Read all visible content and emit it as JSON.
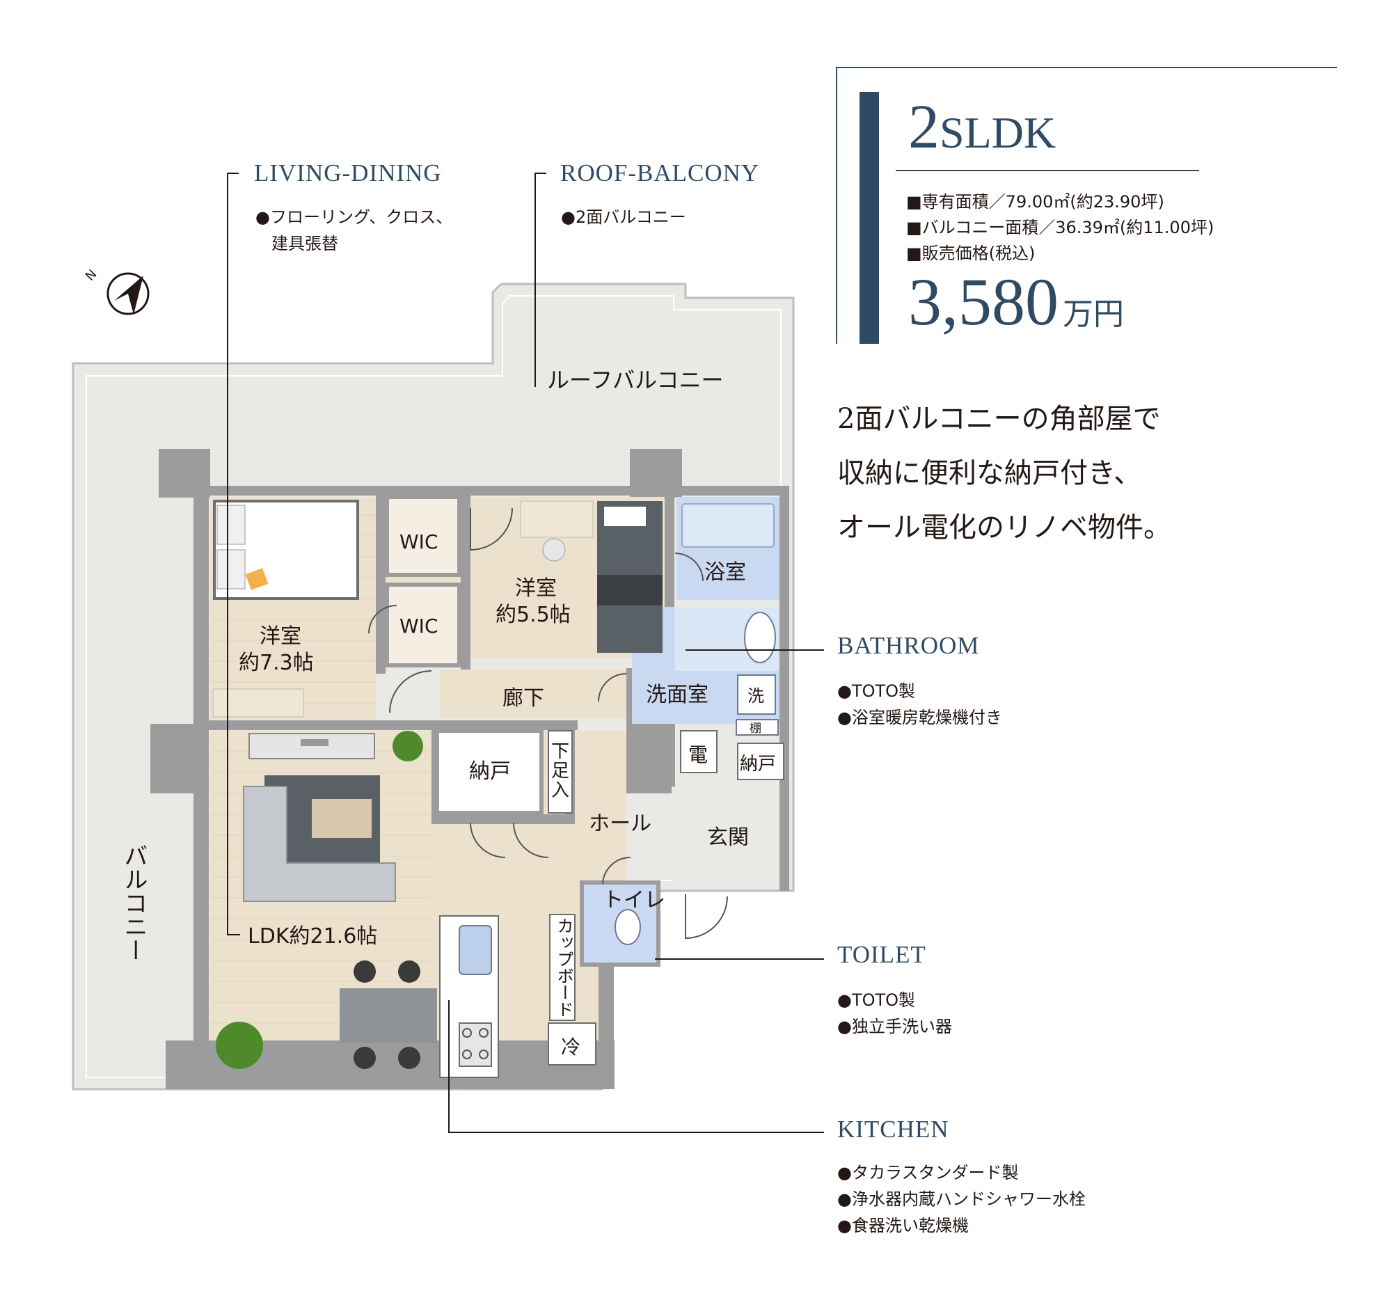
{
  "colors": {
    "navy": "#2f4b64",
    "floor": "#ece1cd",
    "wall": "#9c9c9c",
    "balcony": "#e9eae6",
    "water": "#c9d9f1"
  },
  "header": {
    "layout_num": "2",
    "layout_suffix": "SLDK",
    "spec_area": "■専有面積／79.00㎡(約23.90坪)",
    "spec_balcony": "■バルコニー面積／36.39㎡(約11.00坪)",
    "spec_price_label": "■販売価格(税込)",
    "price": "3,580",
    "price_unit": "万円"
  },
  "tagline": [
    "2面バルコニーの角部屋で",
    "収納に便利な納戸付き、",
    "オール電化のリノベ物件。"
  ],
  "sections": {
    "living": {
      "title": "LIVING-DINING",
      "notes": [
        "●フローリング、クロス、",
        "建具張替"
      ]
    },
    "roof": {
      "title": "ROOF-BALCONY",
      "notes": [
        "●2面バルコニー"
      ]
    },
    "bath": {
      "title": "BATHROOM",
      "notes": [
        "●TOTO製",
        "●浴室暖房乾燥機付き"
      ]
    },
    "toilet": {
      "title": "TOILET",
      "notes": [
        "●TOTO製",
        "●独立手洗い器"
      ]
    },
    "kitchen": {
      "title": "KITCHEN",
      "notes": [
        "●タカラスタンダード製",
        "●浄水器内蔵ハンドシャワー水栓",
        "●食器洗い乾燥機"
      ]
    }
  },
  "plan": {
    "compass": "N",
    "roof_balcony": "ルーフバルコニー",
    "balcony": "バルコニー",
    "bed1_a": "洋室",
    "bed1_b": "約7.3帖",
    "bed2_a": "洋室",
    "bed2_b": "約5.5帖",
    "wic": "WIC",
    "bath": "浴室",
    "wash": "洗面室",
    "washer": "洗",
    "shelf": "棚",
    "corridor": "廊下",
    "storage": "納戸",
    "shoe_a": "下",
    "shoe_b": "足",
    "shoe_c": "入",
    "hall": "ホール",
    "elec": "電",
    "storage2": "納戸",
    "entrance": "玄関",
    "toilet": "トイレ",
    "ldk": "LDK約21.6帖",
    "cupboard": "カップボード",
    "fridge": "冷"
  }
}
